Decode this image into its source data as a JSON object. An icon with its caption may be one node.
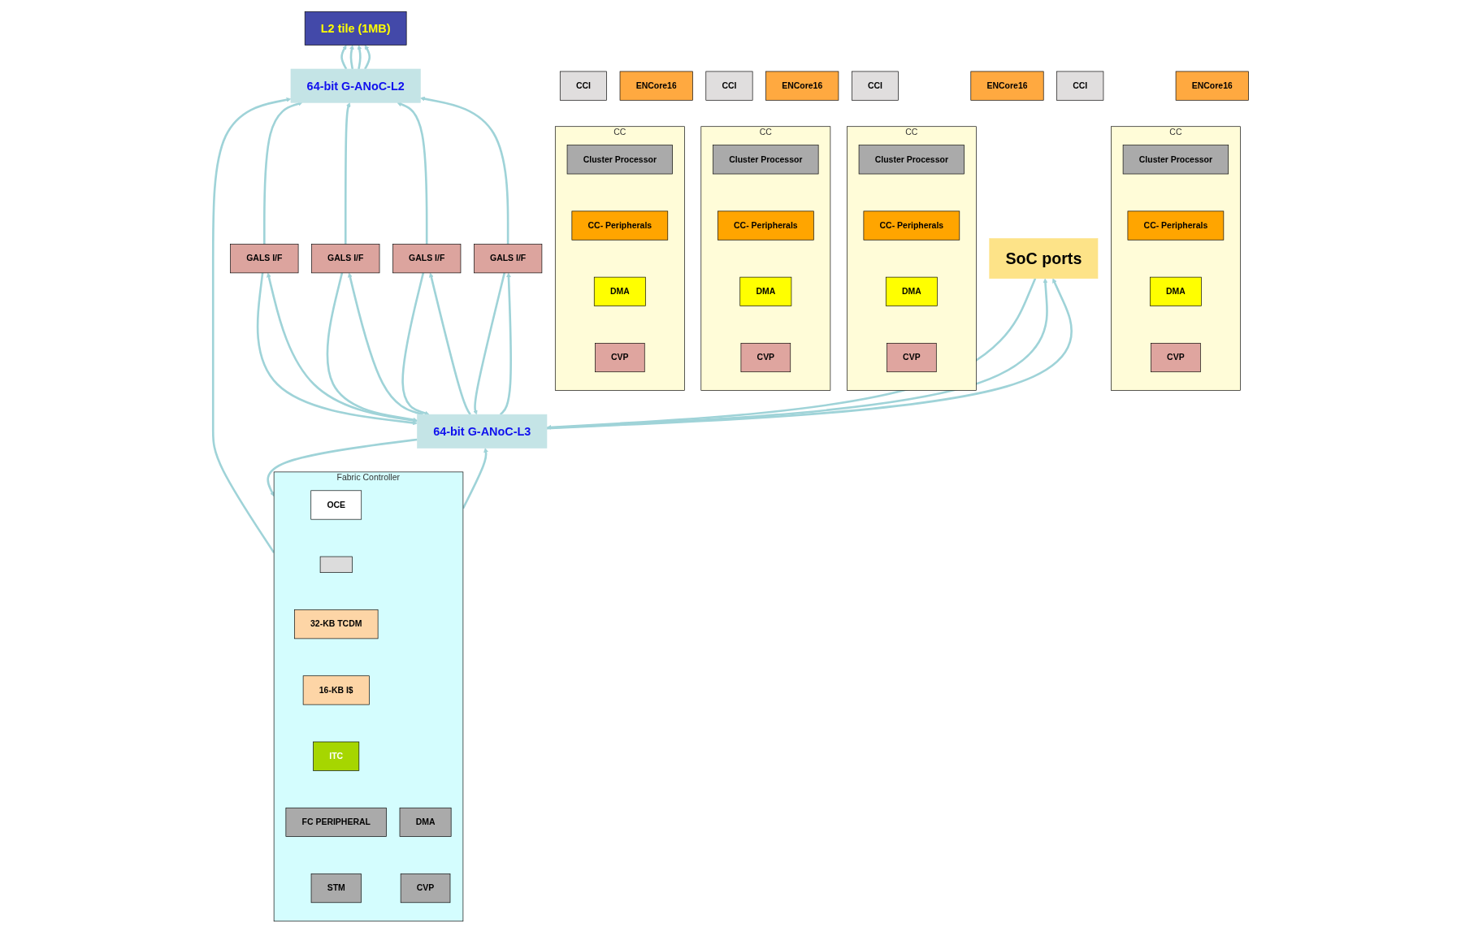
{
  "diagram": {
    "nodes": [
      {
        "text": [
          "64-bit G-ANoC-L2"
        ]
      },
      {
        "text": [
          "GALS I/F"
        ]
      },
      {
        "text": [
          "CCI"
        ]
      },
      {
        "text": [
          "CC"
        ]
      },
      {
        "text": [
          "Cluster Processor"
        ],
        "in": 3
      },
      {
        "text": [
          "CC- Peripherals"
        ],
        "in": 3
      },
      {
        "text": [
          "DMA"
        ],
        "in": 3
      },
      {
        "text": [
          "CVP"
        ],
        "in": 3
      },
      {
        "text": [
          "ENCore16"
        ]
      },
      {
        "text": [
          "GALS I/F"
        ]
      },
      {
        "text": [
          "CCI"
        ]
      },
      {
        "text": [
          "CC"
        ]
      },
      {
        "text": [
          "Cluster Processor"
        ],
        "in": 11
      },
      {
        "text": [
          "CC- Peripherals"
        ],
        "in": 11
      },
      {
        "text": [
          "DMA"
        ],
        "in": 11
      },
      {
        "text": [
          "CVP"
        ],
        "in": 11
      },
      {
        "text": [
          "ENCore16"
        ]
      },
      {
        "text": [
          "GALS I/F"
        ]
      },
      {
        "text": [
          "CCI"
        ]
      },
      {
        "text": [
          "CC"
        ]
      },
      {
        "text": [
          "Cluster Processor"
        ],
        "in": 19
      },
      {
        "text": [
          "CC- Peripherals"
        ],
        "in": 19
      },
      {
        "text": [
          "DMA"
        ],
        "in": 19
      },
      {
        "text": [
          "CVP"
        ],
        "in": 19
      },
      {
        "text": [
          "ENCore16"
        ]
      },
      {
        "text": [
          "GALS I/F"
        ]
      },
      {
        "text": [
          "CCI"
        ]
      },
      {
        "text": [
          "CC"
        ]
      },
      {
        "text": [
          "Cluster Processor"
        ],
        "in": 27
      },
      {
        "text": [
          "CC- Peripherals"
        ],
        "in": 27
      },
      {
        "text": [
          "DMA"
        ],
        "in": 27
      },
      {
        "text": [
          "CVP"
        ],
        "in": 27
      },
      {
        "text": [
          "ENCore16"
        ]
      },
      {
        "text": [
          "L2 tile (1MB)"
        ]
      },
      {
        "text": [
          "64-bit G-ANoC-L3"
        ]
      },
      {
        "text": [
          "SoC ports"
        ]
      },
      {
        "text": [
          "Fabric Controller"
        ]
      },
      {
        "text": [
          "OCE"
        ],
        "in": 36
      },
      {
        "text": [],
        "shape": "box",
        "in": 36
      },
      {
        "text": [
          "DMA"
        ],
        "in": 36
      },
      {
        "text": [
          "32-KB TCDM"
        ],
        "in": 36
      },
      {
        "text": [
          "16-KB I$"
        ],
        "in": 36
      },
      {
        "text": [
          "ITC"
        ],
        "in": 36
      },
      {
        "text": [
          "FC PERIPHERAL"
        ],
        "in": 36
      },
      {
        "text": [
          "CVP"
        ],
        "in": 36
      },
      {
        "text": [
          "STM"
        ],
        "in": 36
      }
    ],
    "edges": [
      {
        "from": 1,
        "to": 0,
        "arrow": "to"
      },
      {
        "from": 1,
        "to": 34,
        "arrow": "to"
      },
      {
        "from": 34,
        "to": 1,
        "arrow": "to"
      },
      {
        "from": 9,
        "to": 0,
        "arrow": "to"
      },
      {
        "from": 9,
        "to": 34,
        "arrow": "to"
      },
      {
        "from": 34,
        "to": 9,
        "arrow": "to"
      },
      {
        "from": 17,
        "to": 0,
        "arrow": "to"
      },
      {
        "from": 17,
        "to": 34,
        "arrow": "to"
      },
      {
        "from": 34,
        "to": 17,
        "arrow": "to"
      },
      {
        "from": 25,
        "to": 0,
        "arrow": "to"
      },
      {
        "from": 25,
        "to": 34,
        "arrow": "to"
      },
      {
        "from": 34,
        "to": 25,
        "arrow": "to"
      },
      {
        "from": 36,
        "to": 0,
        "arrow": "to"
      },
      {
        "from": 36,
        "to": 34,
        "arrow": "to"
      },
      {
        "from": 34,
        "to": 36,
        "arrow": "to"
      },
      {
        "from": 0,
        "to": 33,
        "arrow": "to"
      },
      {
        "from": 0,
        "to": 33,
        "arrow": "to"
      },
      {
        "from": 0,
        "to": 33,
        "arrow": "to"
      },
      {
        "from": 0,
        "to": 33,
        "arrow": "to"
      },
      {
        "from": 35,
        "to": 34,
        "arrow": "to"
      },
      {
        "from": 34,
        "to": 35,
        "arrow": "to"
      },
      {
        "from": 34,
        "to": 35,
        "arrow": "to"
      }
    ]
  }
}
